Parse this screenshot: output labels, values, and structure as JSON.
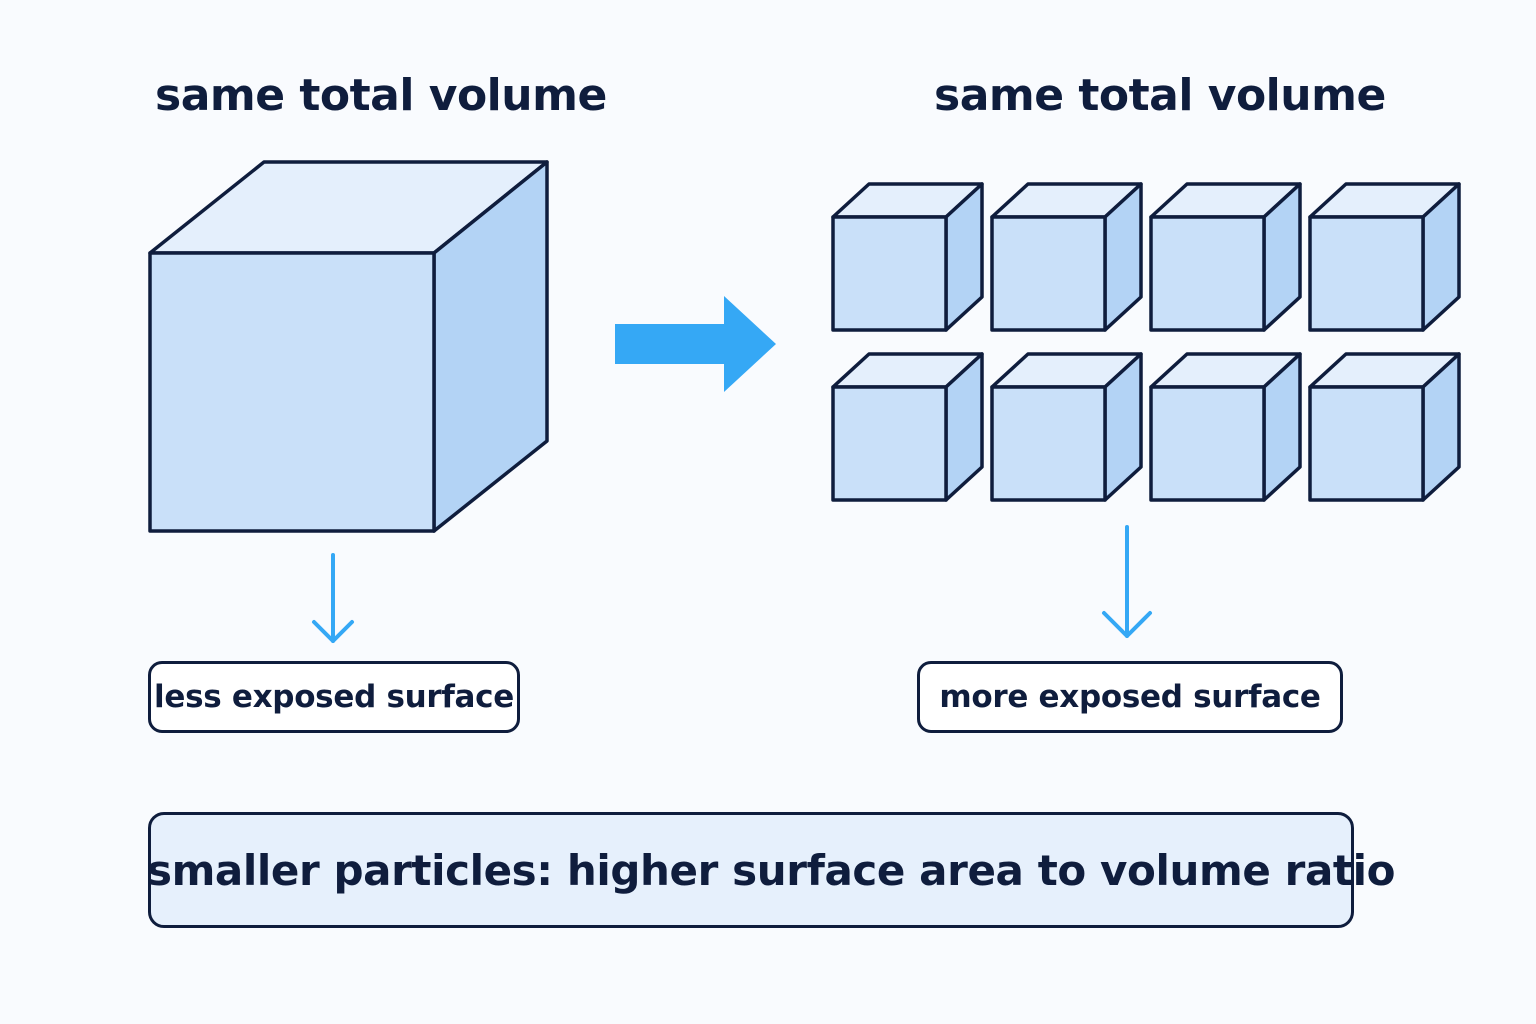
{
  "headings": {
    "left": "same total volume",
    "right": "same total volume"
  },
  "labels": {
    "left": "less exposed surface",
    "right": "more exposed surface"
  },
  "summary": "smaller particles: higher surface area to volume ratio",
  "colors": {
    "ink": "#0f1d3d",
    "cube_front": "#c9e0f9",
    "cube_top": "#e4effc",
    "cube_side": "#b3d3f5",
    "arrow": "#35a8f5",
    "summary_fill": "#e6f0fc"
  },
  "small_cubes": {
    "rows": 2,
    "columns": 4
  }
}
